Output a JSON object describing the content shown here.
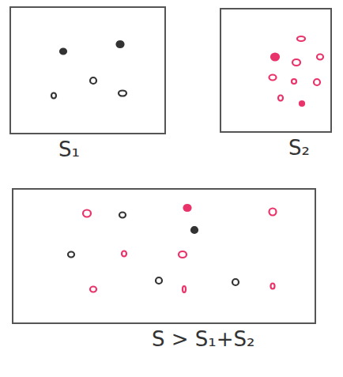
{
  "diagram": {
    "nodes": [
      {
        "text": [
          "S₁"
        ]
      },
      {
        "text": [
          "S₂"
        ]
      },
      {
        "text": [
          "S > S₁+S₂"
        ]
      }
    ]
  }
}
